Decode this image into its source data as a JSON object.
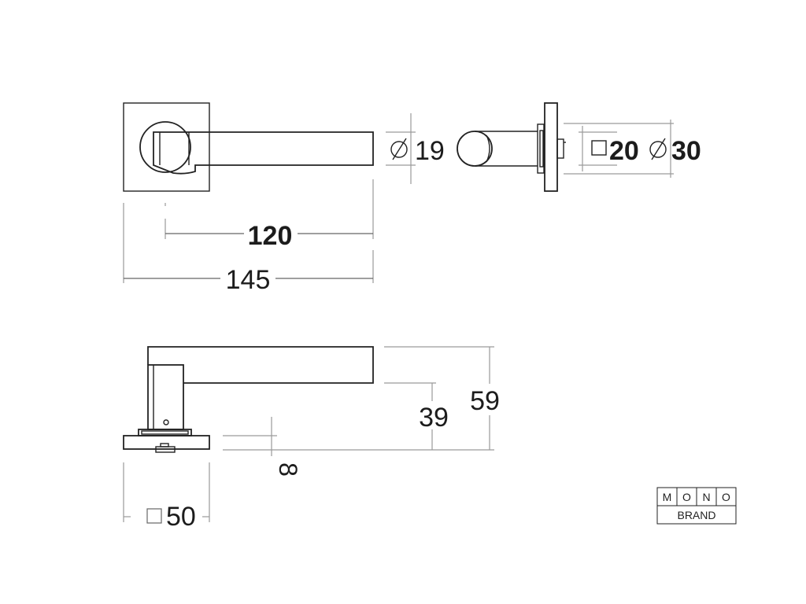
{
  "front_view": {
    "dim_length_handle": "120",
    "dim_length_total": "145",
    "dim_lever_diameter": "19"
  },
  "side_view": {
    "dim_spindle_square": "20",
    "dim_rose_diameter": "30"
  },
  "elevation_view": {
    "dim_height_total": "59",
    "dim_height_lever": "39",
    "dim_rose_thickness": "8",
    "dim_rose_square": "50"
  },
  "logo": {
    "top_letters": [
      "M",
      "O",
      "N",
      "O"
    ],
    "bottom_text": "BRAND"
  }
}
